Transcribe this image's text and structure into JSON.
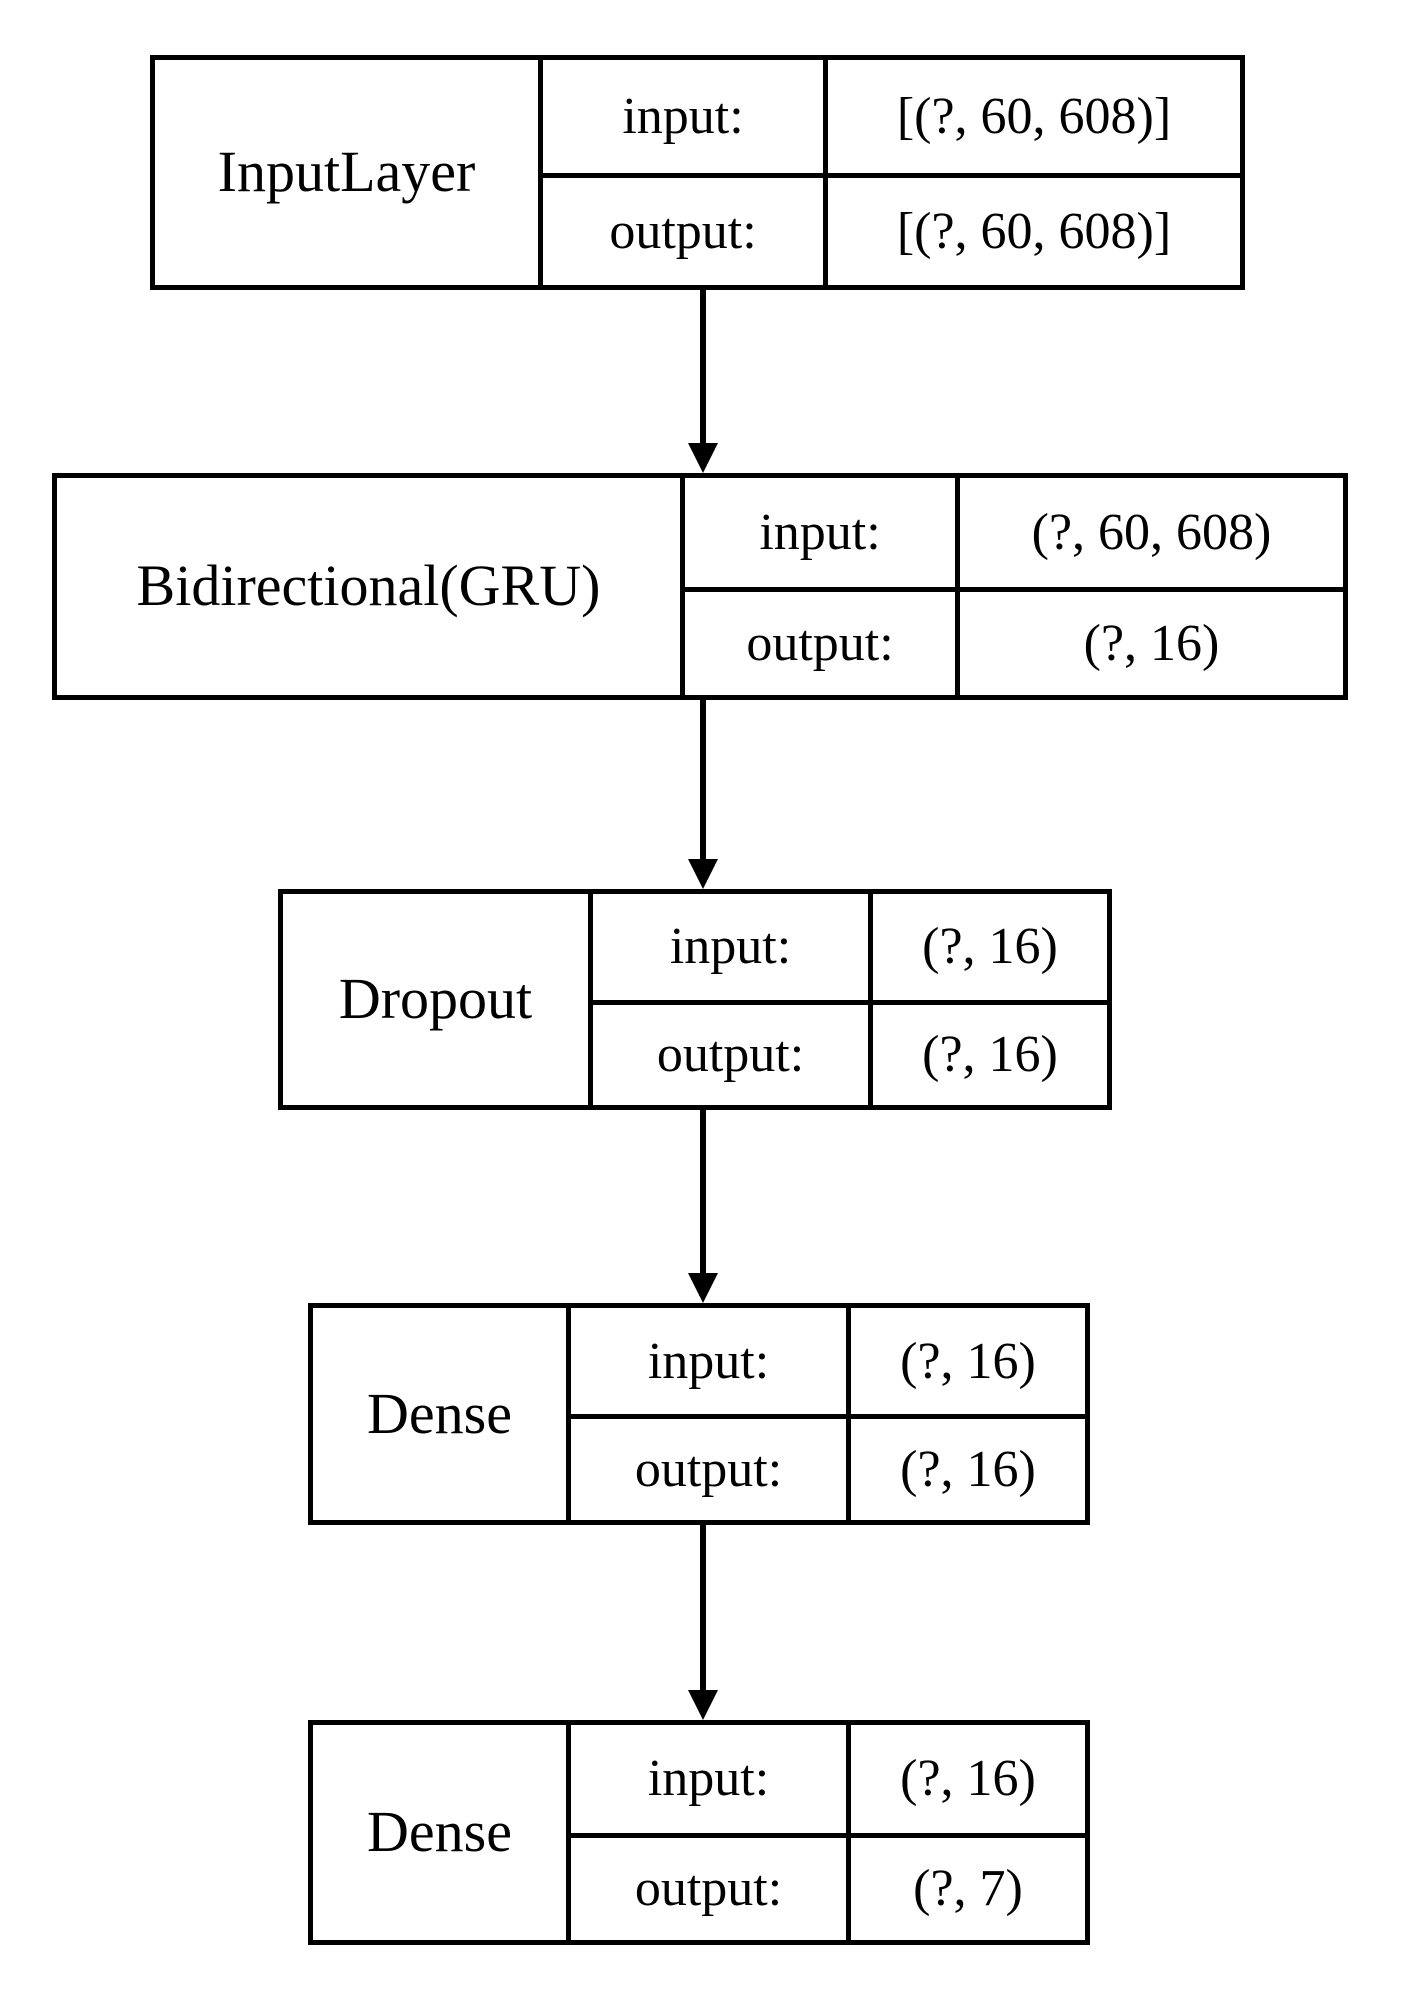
{
  "diagram": {
    "title": "Keras model architecture plot",
    "kind": "neural-network-layer-stack",
    "io_labels": {
      "input": "input:",
      "output": "output:"
    },
    "colors": {
      "background": "#ffffff",
      "stroke": "#000000",
      "text": "#000000"
    },
    "layers": [
      {
        "id": "input-layer",
        "name": "InputLayer",
        "input": "[(?, 60, 608)]",
        "output": "[(?, 60, 608)]"
      },
      {
        "id": "bidirectional-gru",
        "name": "Bidirectional(GRU)",
        "input": "(?, 60, 608)",
        "output": "(?, 16)"
      },
      {
        "id": "dropout",
        "name": "Dropout",
        "input": "(?, 16)",
        "output": "(?, 16)"
      },
      {
        "id": "dense-1",
        "name": "Dense",
        "input": "(?, 16)",
        "output": "(?, 16)"
      },
      {
        "id": "dense-2",
        "name": "Dense",
        "input": "(?, 16)",
        "output": "(?, 7)"
      }
    ],
    "edges": [
      {
        "from": "input-layer",
        "to": "bidirectional-gru"
      },
      {
        "from": "bidirectional-gru",
        "to": "dropout"
      },
      {
        "from": "dropout",
        "to": "dense-1"
      },
      {
        "from": "dense-1",
        "to": "dense-2"
      }
    ]
  }
}
